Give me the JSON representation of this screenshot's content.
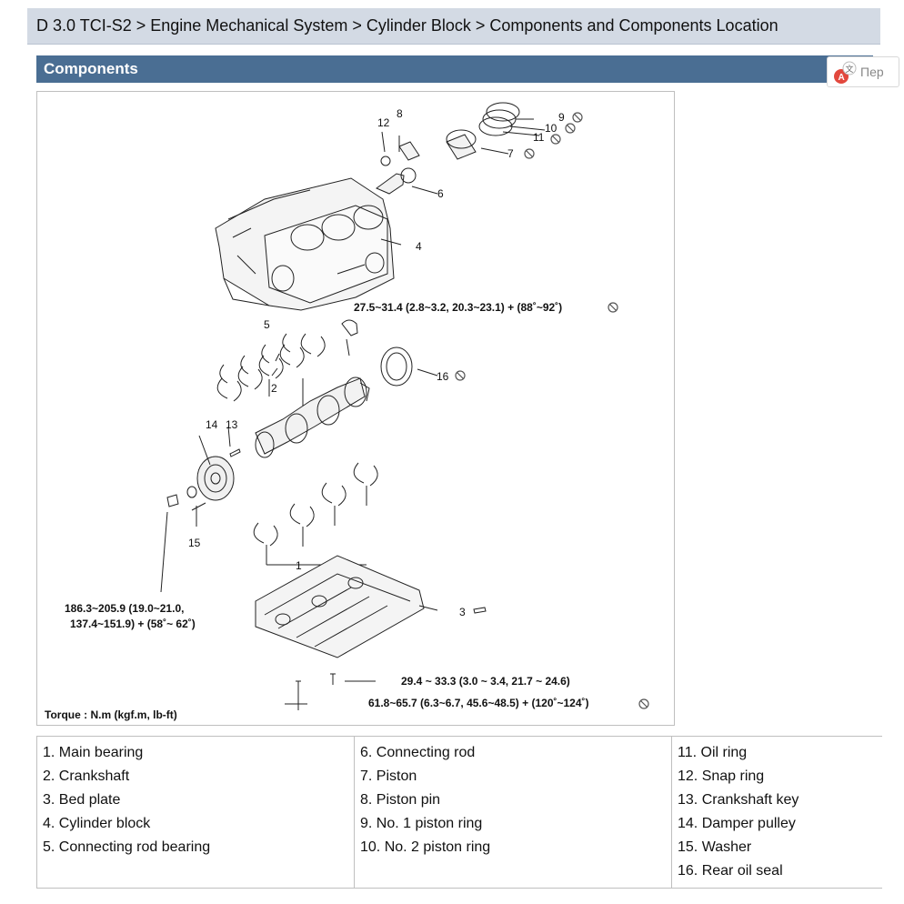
{
  "breadcrumb": "D 3.0 TCI-S2 > Engine Mechanical System > Cylinder Block > Components and Components Location",
  "section_title": "Components",
  "translate_widget": {
    "label": "Пер",
    "icon": "translate-icon"
  },
  "figure": {
    "torque_note": "Torque : N.m (kgf.m, lb-ft)",
    "torque_specs": {
      "connecting_rod_cap": "27.5~31.4 (2.8~3.2, 20.3~23.1) + (88˚~92˚)",
      "damper_pulley_line1": "186.3~205.9 (19.0~21.0,",
      "damper_pulley_line2": "137.4~151.9) + (58˚~ 62˚)",
      "bed_plate_small": "29.4 ~ 33.3 (3.0 ~ 3.4, 21.7 ~ 24.6)",
      "bed_plate_main": "61.8~65.7 (6.3~6.7, 45.6~48.5) + (120˚~124˚)"
    },
    "callouts": {
      "c1": "1",
      "c2": "2",
      "c3": "3",
      "c4": "4",
      "c5": "5",
      "c6": "6",
      "c7": "7",
      "c8": "8",
      "c9": "9",
      "c10": "10",
      "c11": "11",
      "c12": "12",
      "c13": "13",
      "c14": "14",
      "c15": "15",
      "c16": "16"
    }
  },
  "legend": {
    "col1": [
      "1. Main bearing",
      "2. Crankshaft",
      "3. Bed plate",
      "4. Cylinder block",
      "5. Connecting rod bearing"
    ],
    "col2": [
      "6. Connecting rod",
      "7. Piston",
      "8. Piston pin",
      "9. No. 1 piston ring",
      "10. No. 2 piston ring"
    ],
    "col3": [
      "11. Oil ring",
      "12. Snap ring",
      "13. Crankshaft key",
      "14. Damper pulley",
      "15. Washer",
      "16. Rear oil seal"
    ]
  }
}
